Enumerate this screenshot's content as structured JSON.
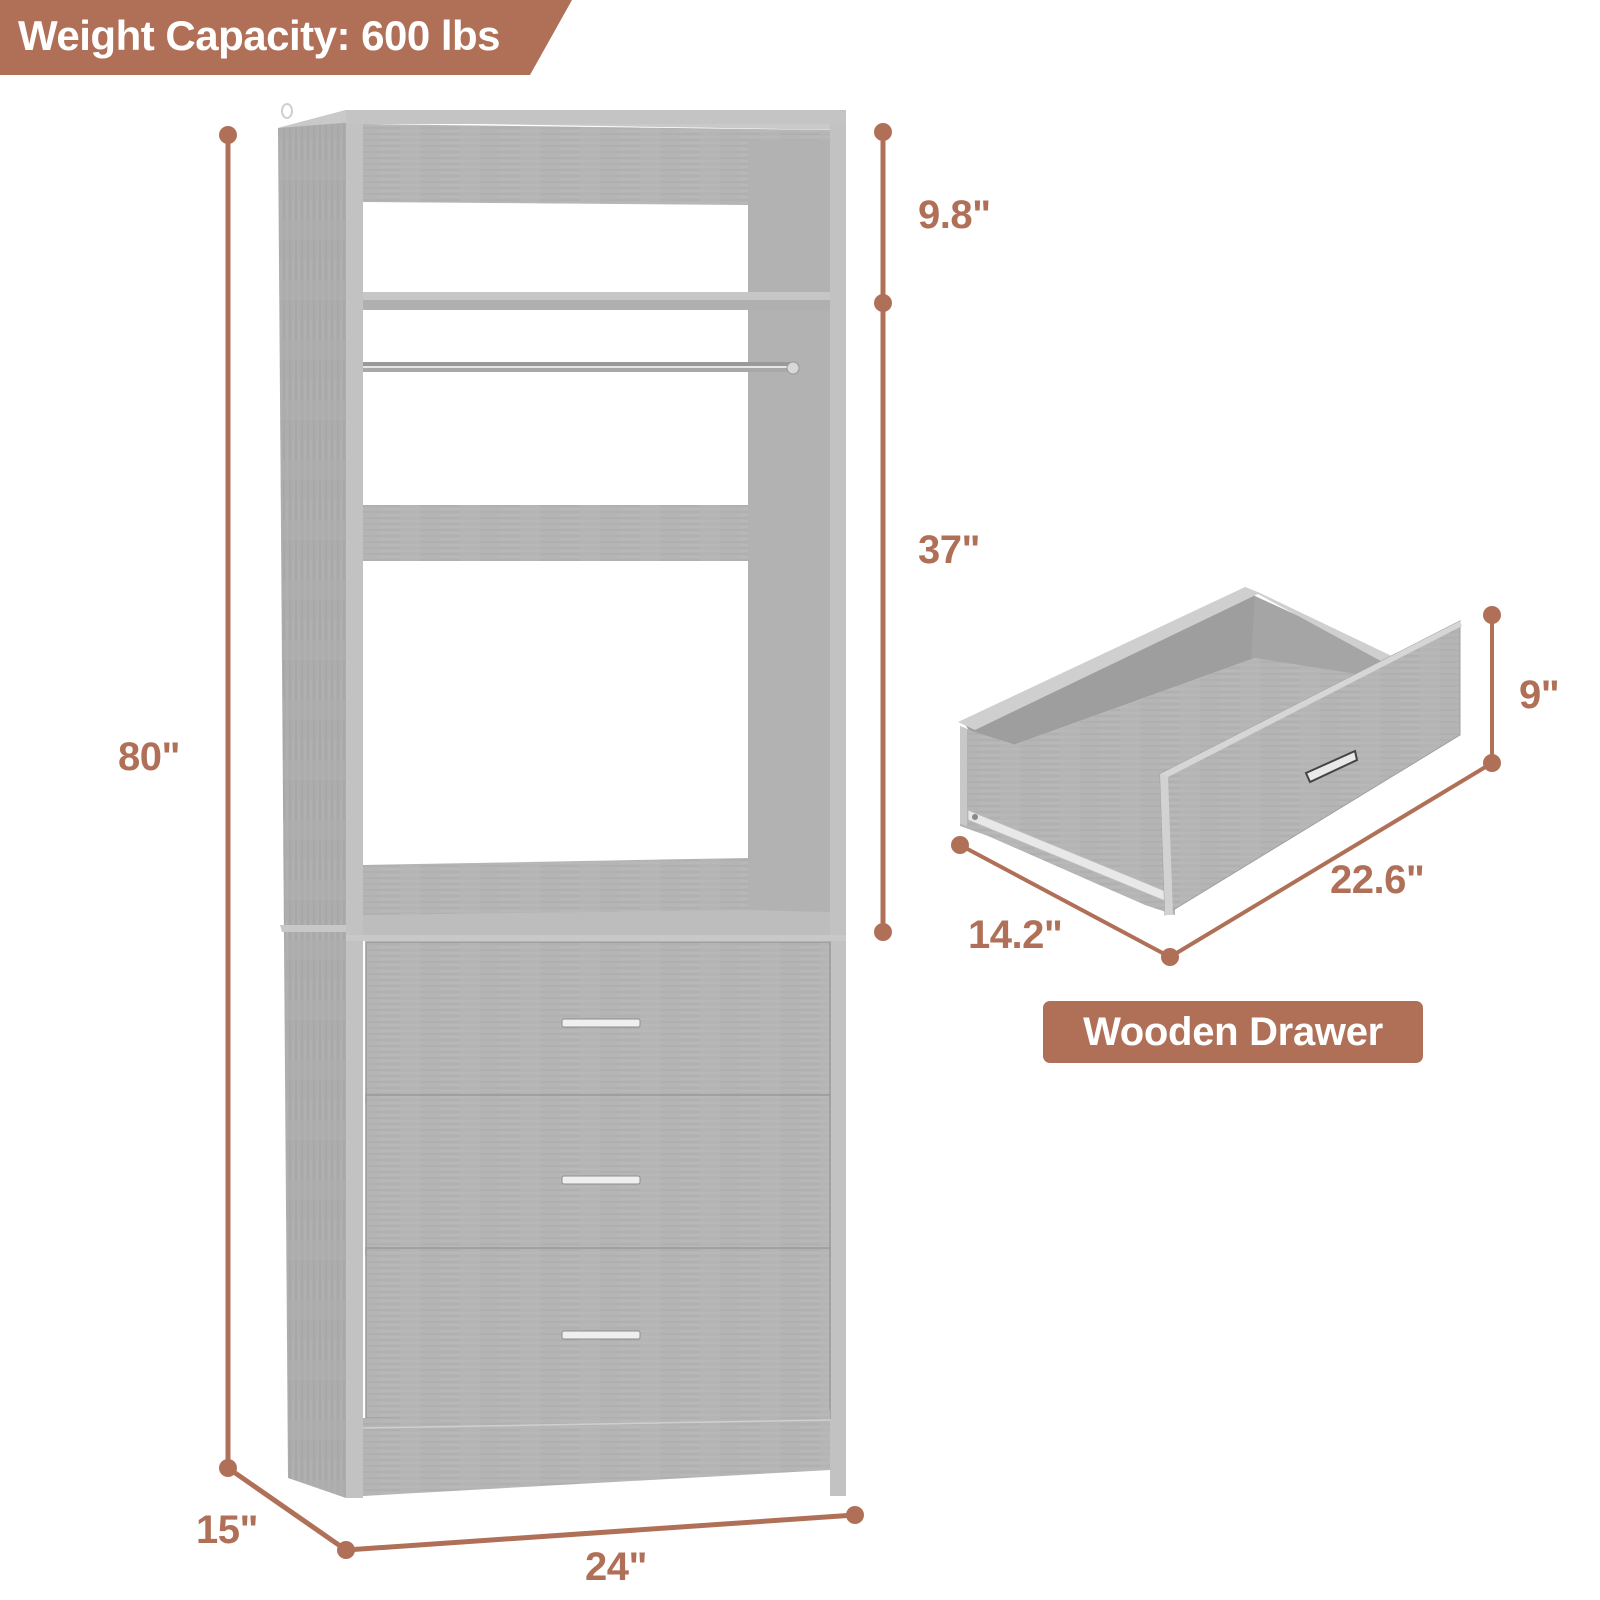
{
  "banner": {
    "label": "Weight Capacity: 600 lbs",
    "color": "#b07058"
  },
  "wardrobe": {
    "dimensions": {
      "total_height": "80\"",
      "depth": "15\"",
      "width": "24\"",
      "top_compartment_height": "9.8\"",
      "hanging_section_height": "37\""
    },
    "drawers_count": 3
  },
  "drawer": {
    "title": "Wooden Drawer",
    "dimensions": {
      "height": "9\"",
      "length": "22.6\"",
      "width": "14.2\""
    }
  },
  "colors": {
    "accent": "#b07058",
    "panel_gray": "#b3b3b3",
    "panel_light": "#c4c4c4",
    "panel_dark": "#9d9d9d",
    "background": "#ffffff"
  }
}
